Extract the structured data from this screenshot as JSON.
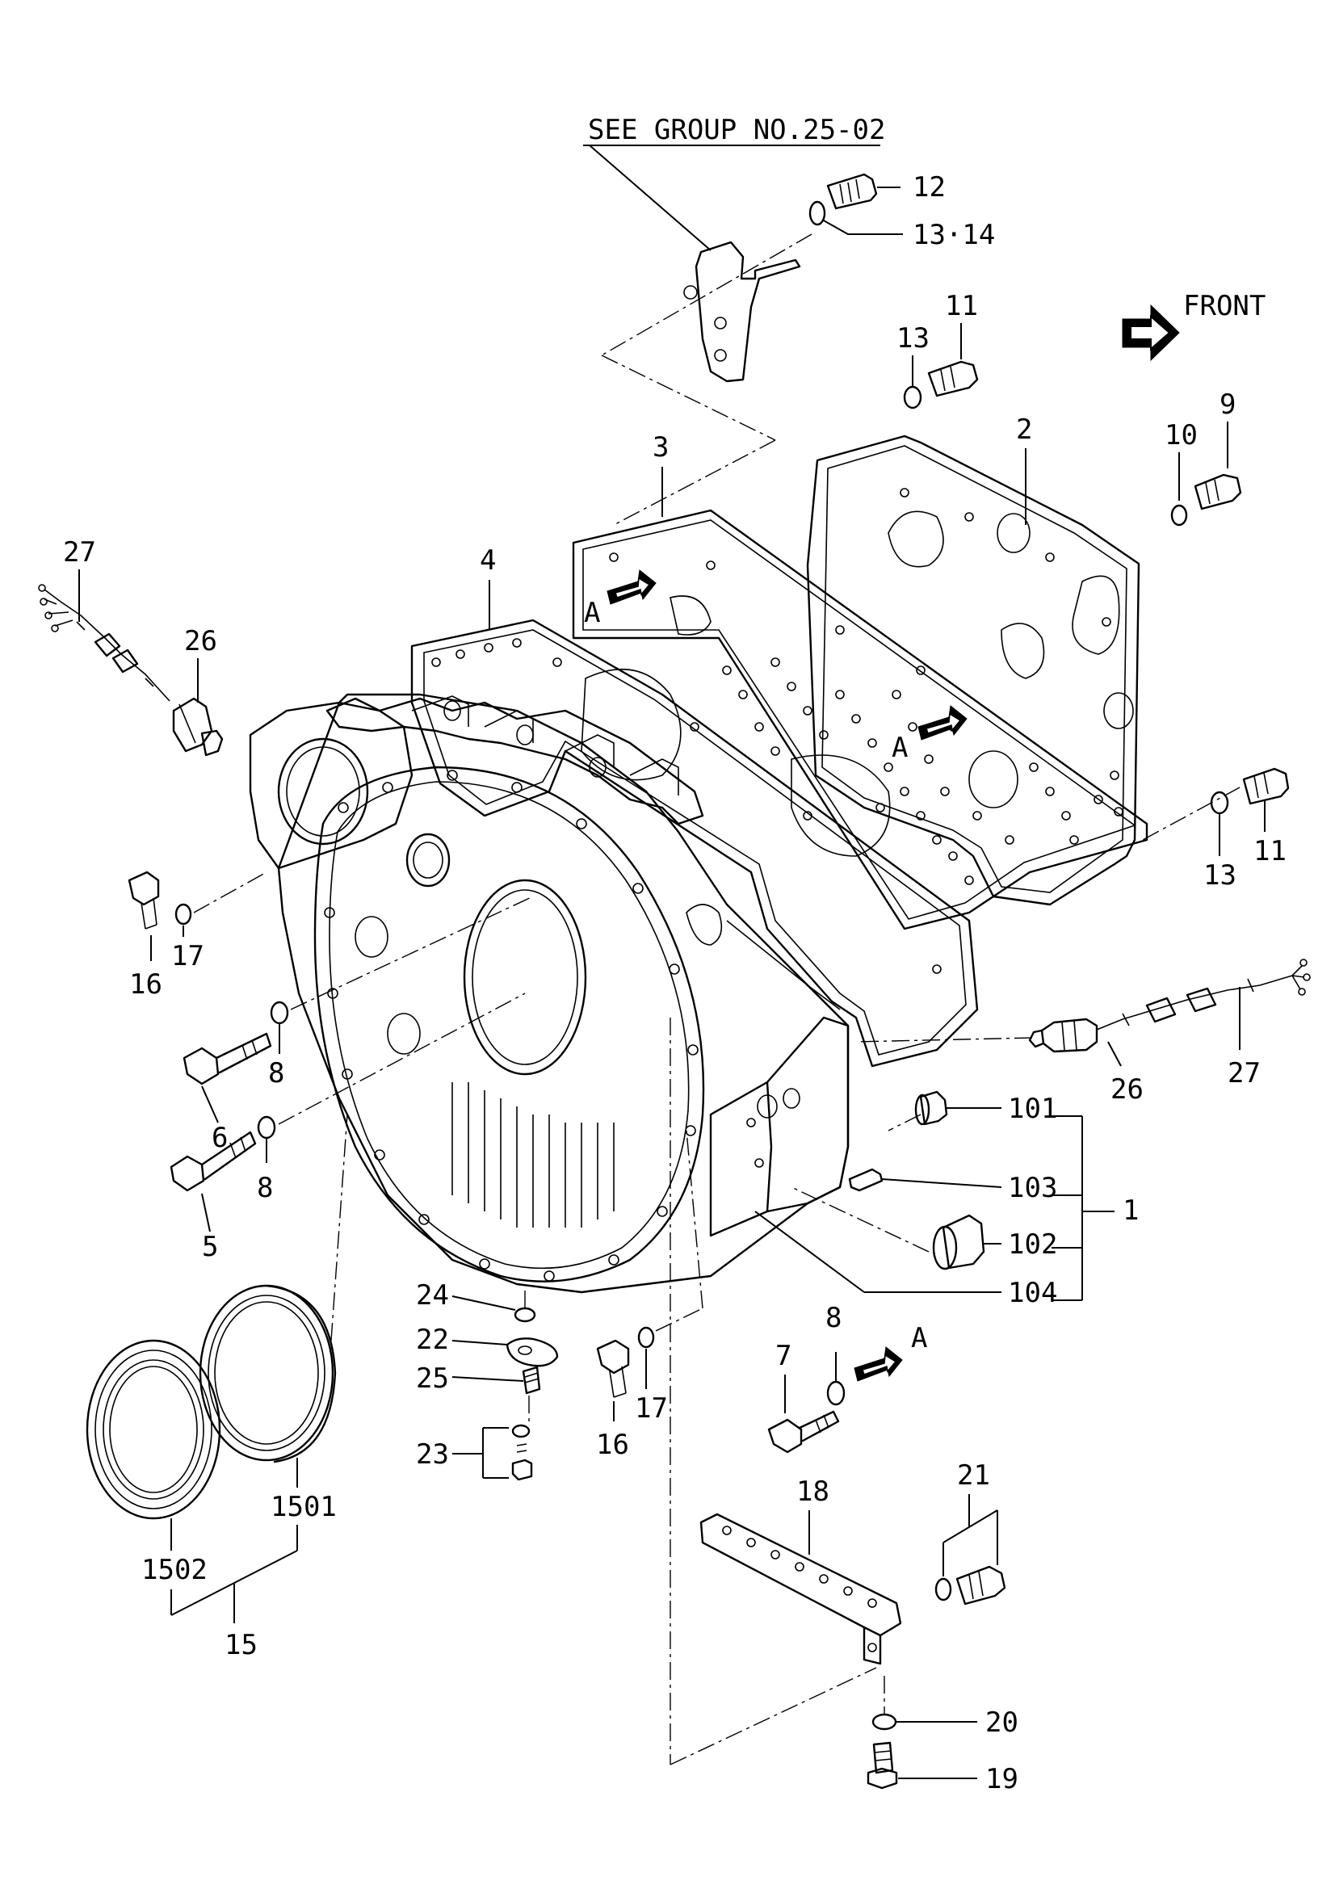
{
  "header": {
    "see_group": "SEE GROUP NO.25-02",
    "front_label": "FRONT"
  },
  "view_markers": [
    "A",
    "A",
    "A"
  ],
  "callouts": {
    "p1": "1",
    "p2": "2",
    "p3": "3",
    "p4": "4",
    "p5": "5",
    "p6": "6",
    "p7": "7",
    "p8a": "8",
    "p8b": "8",
    "p8c": "8",
    "p9": "9",
    "p10": "10",
    "p11a": "11",
    "p11b": "11",
    "p12": "12",
    "p13_14": "13·14",
    "p13a": "13",
    "p13b": "13",
    "p15": "15",
    "p16a": "16",
    "p16b": "16",
    "p17a": "17",
    "p17b": "17",
    "p18": "18",
    "p19": "19",
    "p20": "20",
    "p21": "21",
    "p22": "22",
    "p23": "23",
    "p24": "24",
    "p25": "25",
    "p26a": "26",
    "p26b": "26",
    "p27a": "27",
    "p27b": "27",
    "p101": "101",
    "p102": "102",
    "p103": "103",
    "p104": "104",
    "p1501": "1501",
    "p1502": "1502"
  },
  "colors": {
    "ink": "#000000",
    "paper": "#ffffff"
  },
  "icons": {
    "front_arrow": "arrow-right-icon",
    "view_arrow": "arrow-right-icon"
  }
}
